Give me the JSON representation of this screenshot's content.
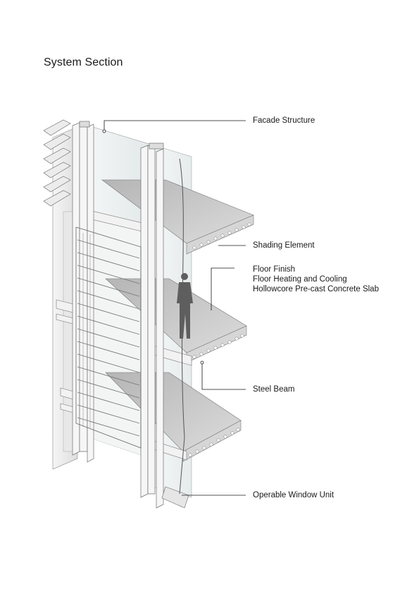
{
  "page": {
    "title": "System Section"
  },
  "labels": {
    "facade_structure": "Facade Structure",
    "shading_element": "Shading Element",
    "floor_finish": "Floor Finish",
    "floor_heating_cooling": "Floor Heating and Cooling",
    "hollowcore_slab": "Hollowcore Pre-cast Concrete Slab",
    "steel_beam": "Steel Beam",
    "operable_window_unit": "Operable Window Unit"
  },
  "colors": {
    "ink": "#1a1a1a",
    "concrete": "#c9c9c9",
    "concrete_dark": "#a6a6a6",
    "glass": "#eef2f2",
    "mullion": "#f4f4f4",
    "person": "#5e5e5e"
  }
}
